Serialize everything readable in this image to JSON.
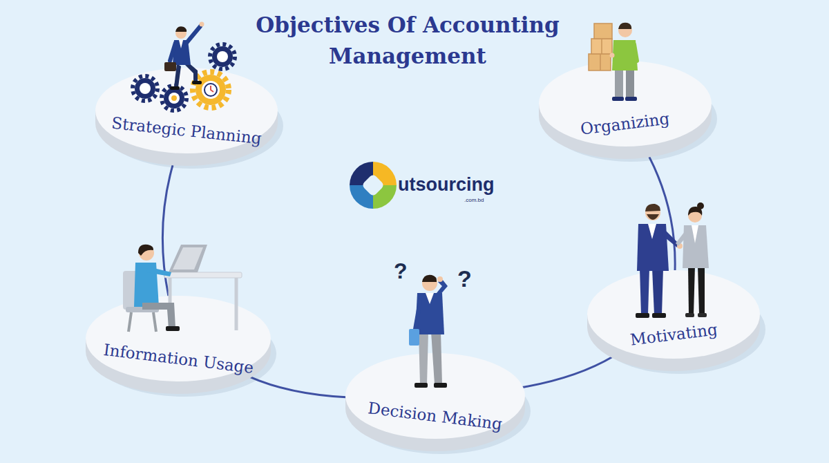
{
  "diagram": {
    "title": "Objectives Of Accounting Management",
    "nodes": [
      {
        "text": [
          "Strategic Planning"
        ]
      },
      {
        "text": [
          "Organizing"
        ]
      },
      {
        "text": [
          "Motivating"
        ]
      },
      {
        "text": [
          "Decision Making"
        ]
      },
      {
        "text": [
          "Information Usage"
        ]
      }
    ],
    "edges": [
      {
        "from": 1,
        "to": 2,
        "arrow": "none"
      },
      {
        "from": 2,
        "to": 3,
        "arrow": "none"
      },
      {
        "from": 3,
        "to": 4,
        "arrow": "none"
      },
      {
        "from": 4,
        "to": 0,
        "arrow": "none"
      }
    ],
    "labels": [
      "utsourcing",
      ".com.bd",
      "?",
      "?"
    ]
  }
}
